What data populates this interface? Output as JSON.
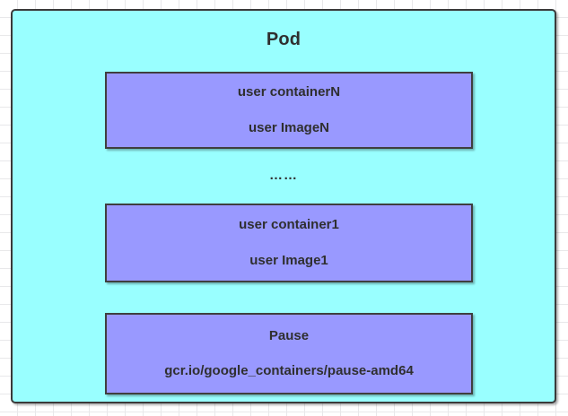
{
  "diagram": {
    "title": "Pod",
    "colors": {
      "pod_fill": "#99FFFF",
      "container_fill": "#9999FF",
      "border": "#3A3A3A",
      "text": "#2F2F2F",
      "canvas_background": "#FFFFFF",
      "grid_line": "#E8E8EA"
    },
    "ellipsis": "……",
    "containers": [
      {
        "name": "containerN",
        "primary_label": "user containerN",
        "secondary_label": "user ImageN"
      },
      {
        "name": "container1",
        "primary_label": "user container1",
        "secondary_label": "user Image1"
      },
      {
        "name": "pause",
        "primary_label": "Pause",
        "secondary_label": "gcr.io/google_containers/pause-amd64"
      }
    ]
  }
}
